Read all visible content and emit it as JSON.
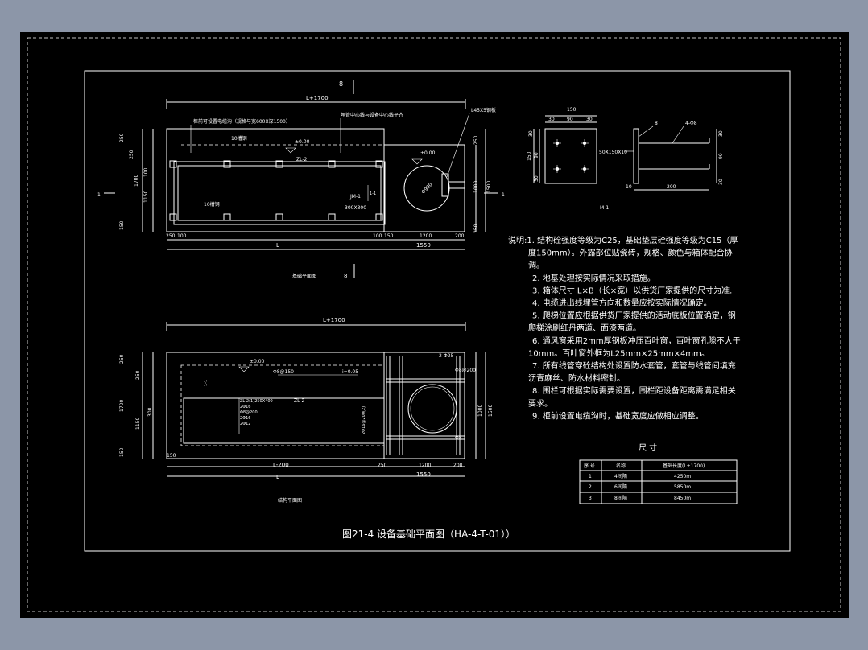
{
  "colors": {
    "background": "#8c96a8",
    "viewport": "#000000",
    "linework": "#ffffff"
  },
  "plan1": {
    "section_mark": "8",
    "dim_total": "L+1700",
    "note_top_left": "柜前可设置电缆沟（规格与宽600X深1500）",
    "note_top_right": "埋管中心线与设备中心线平齐",
    "steel_note": "L45X5钢板",
    "inner_label_a": "10槽钢",
    "inner_label_b": "10槽钢",
    "elev": "±0.00",
    "elev2": "±0.00",
    "beam": "ZL-2",
    "pad": "JM-1",
    "pit": "300X300",
    "left_mark": "1",
    "right_mark": "1",
    "dims_left": [
      "250",
      "250",
      "100",
      "1150",
      "150",
      "1700"
    ],
    "dims_right": [
      "250",
      "1000",
      "1500",
      "250"
    ],
    "dims_bottom": [
      "250",
      "100",
      "100",
      "150",
      "1200",
      "200"
    ],
    "dim_L": "L",
    "dim_1550": "1550",
    "title": "基础平面图",
    "title_mark": "8"
  },
  "detail": {
    "dims_top": [
      "150",
      "30",
      "90",
      "30"
    ],
    "dims_side": [
      "30",
      "90",
      "30",
      "150"
    ],
    "plate": "50X150X10",
    "thk": "8",
    "bolt": "4-Φ8",
    "len": "200",
    "side_dims": [
      "30",
      "90",
      "30"
    ],
    "ten": "10",
    "label": "M-1"
  },
  "plan2": {
    "dim_total": "L+1700",
    "elev": "±0.00",
    "pipe": "Φ8@150",
    "slope": "i=0.05",
    "note_a": "2-Φ25",
    "note_b": "Φ8@200",
    "beam_label": "ZL-2",
    "rebar_a": "ZL-2(1)250X400",
    "rebar_b": "2Φ16",
    "rebar_c": "Φ8@200",
    "rebar_d": "2Φ16",
    "rebar_e": "2Φ12",
    "rebar_side": "2Φ16@200(2)",
    "small_label": "Φ8",
    "dims_left": [
      "250",
      "250",
      "1150",
      "150",
      "1700",
      "300"
    ],
    "dims_right": [
      "1000",
      "1500"
    ],
    "dims_bottom": [
      "150",
      "250",
      "1200",
      "200"
    ],
    "dim_L200": "L-200",
    "dim_L": "L",
    "dim_1550": "1550",
    "title": "结构平面图"
  },
  "notes": {
    "lines": [
      "说明:1. 结构砼强度等级为C25，基础垫层砼强度等级为C15（厚",
      "度150mm）。外露部位贴瓷砖，规格、颜色与箱体配合协",
      "调。",
      "2. 地基处理按实际情况采取措施。",
      "3. 箱体尺寸 L×B（长×宽）以供货厂家提供的尺寸为准.",
      "4. 电缆进出线埋管方向和数量应按实际情况确定。",
      "5. 爬梯位置应根据供货厂家提供的活动底板位置确定，钢",
      "爬梯涂刷红丹两道、面漆两道。",
      "6. 通风窗采用2mm厚钢板冲压百叶窗，百叶窗孔隙不大于",
      "10mm。百叶窗外框为L25mm×25mm×4mm。",
      "7. 所有线管穿砼结构处设置防水套管，套管与线管间填充",
      "沥青麻丝、防水材料密封。",
      "8. 围栏可根据实际需要设置，围栏距设备距离需满足相关",
      "要求。",
      "9. 柜前设置电缆沟时，基础宽度应做相应调整。"
    ]
  },
  "table": {
    "caption": "尺   寸",
    "headers": [
      "序 号",
      "名称",
      "基础长度(L+1700)"
    ],
    "rows": [
      [
        "1",
        "4间隔",
        "4250m"
      ],
      [
        "2",
        "6间隔",
        "5850m"
      ],
      [
        "3",
        "8间隔",
        "8450m"
      ]
    ]
  },
  "caption": "图21-4  设备基础平面图（HA-4-T-01））"
}
